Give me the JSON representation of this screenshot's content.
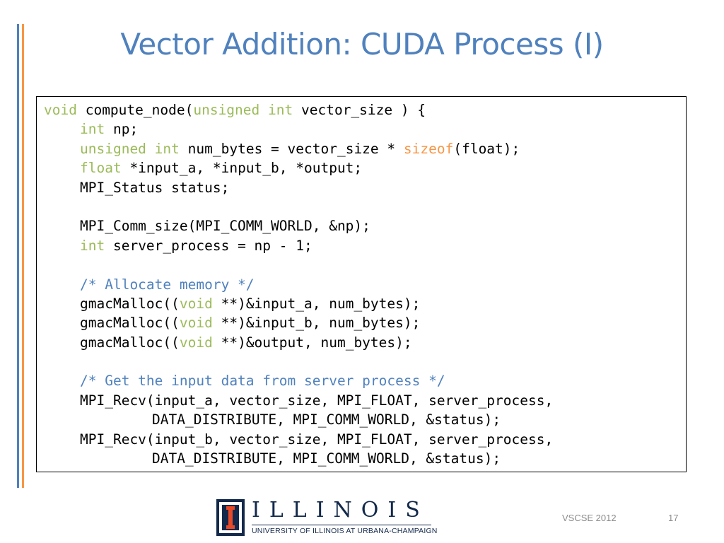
{
  "slide": {
    "title": "Vector Addition: CUDA Process (I)",
    "accent_colors": {
      "title_blue": "#4f81bd",
      "bar_blue": "#4f81bd",
      "bar_orange": "#f79646"
    }
  },
  "code": {
    "keyword_color": "#9bbb59",
    "builtin_color": "#f79646",
    "comment_color": "#4f81bd",
    "lines": [
      {
        "indent": 0,
        "segs": [
          [
            "kw",
            "void"
          ],
          [
            "t",
            " compute_node("
          ],
          [
            "kw",
            "unsigned"
          ],
          [
            "t",
            " "
          ],
          [
            "kw",
            "int"
          ],
          [
            "t",
            " vector_size ) {"
          ]
        ]
      },
      {
        "indent": 1,
        "segs": [
          [
            "kw",
            "int"
          ],
          [
            "t",
            " np;"
          ]
        ]
      },
      {
        "indent": 1,
        "segs": [
          [
            "kw",
            "unsigned"
          ],
          [
            "t",
            " "
          ],
          [
            "kw",
            "int"
          ],
          [
            "t",
            " num_bytes = vector_size * "
          ],
          [
            "fn",
            "sizeof"
          ],
          [
            "t",
            "(float);"
          ]
        ]
      },
      {
        "indent": 1,
        "segs": [
          [
            "kw",
            "float"
          ],
          [
            "t",
            " *input_a, *input_b, *output;"
          ]
        ]
      },
      {
        "indent": 1,
        "segs": [
          [
            "t",
            "MPI_Status status;"
          ]
        ]
      },
      {
        "indent": 1,
        "segs": []
      },
      {
        "indent": 1,
        "segs": [
          [
            "t",
            "MPI_Comm_size(MPI_COMM_WORLD, &np);"
          ]
        ]
      },
      {
        "indent": 1,
        "segs": [
          [
            "kw",
            "int"
          ],
          [
            "t",
            " server_process = np - 1;"
          ]
        ]
      },
      {
        "indent": 1,
        "segs": []
      },
      {
        "indent": 1,
        "segs": [
          [
            "cm",
            "/* Allocate memory */"
          ]
        ]
      },
      {
        "indent": 1,
        "segs": [
          [
            "t",
            "gmacMalloc(("
          ],
          [
            "kw",
            "void"
          ],
          [
            "t",
            " **)&input_a, num_bytes);"
          ]
        ]
      },
      {
        "indent": 1,
        "segs": [
          [
            "t",
            "gmacMalloc(("
          ],
          [
            "kw",
            "void"
          ],
          [
            "t",
            " **)&input_b, num_bytes);"
          ]
        ]
      },
      {
        "indent": 1,
        "segs": [
          [
            "t",
            "gmacMalloc(("
          ],
          [
            "kw",
            "void"
          ],
          [
            "t",
            " **)&output, num_bytes);"
          ]
        ]
      },
      {
        "indent": 1,
        "segs": []
      },
      {
        "indent": 1,
        "segs": [
          [
            "cm",
            "/* Get the input data from server process */"
          ]
        ]
      },
      {
        "indent": 1,
        "segs": [
          [
            "t",
            "MPI_Recv(input_a, vector_size, MPI_FLOAT, server_process,"
          ]
        ]
      },
      {
        "indent": 2,
        "segs": [
          [
            "t",
            "DATA_DISTRIBUTE, MPI_COMM_WORLD, &status);"
          ]
        ]
      },
      {
        "indent": 1,
        "segs": [
          [
            "t",
            "MPI_Recv(input_b, vector_size, MPI_FLOAT, server_process,"
          ]
        ]
      },
      {
        "indent": 2,
        "segs": [
          [
            "t",
            "DATA_DISTRIBUTE, MPI_COMM_WORLD, &status);"
          ]
        ]
      }
    ]
  },
  "logo": {
    "wordmark": "ILLINOIS",
    "subtitle": "UNIVERSITY OF ILLINOIS AT URBANA-CHAMPAIGN",
    "colors": {
      "navy": "#13294b",
      "orange": "#e84a27"
    }
  },
  "footer": {
    "event": "VSCSE 2012",
    "page_number": "17"
  }
}
